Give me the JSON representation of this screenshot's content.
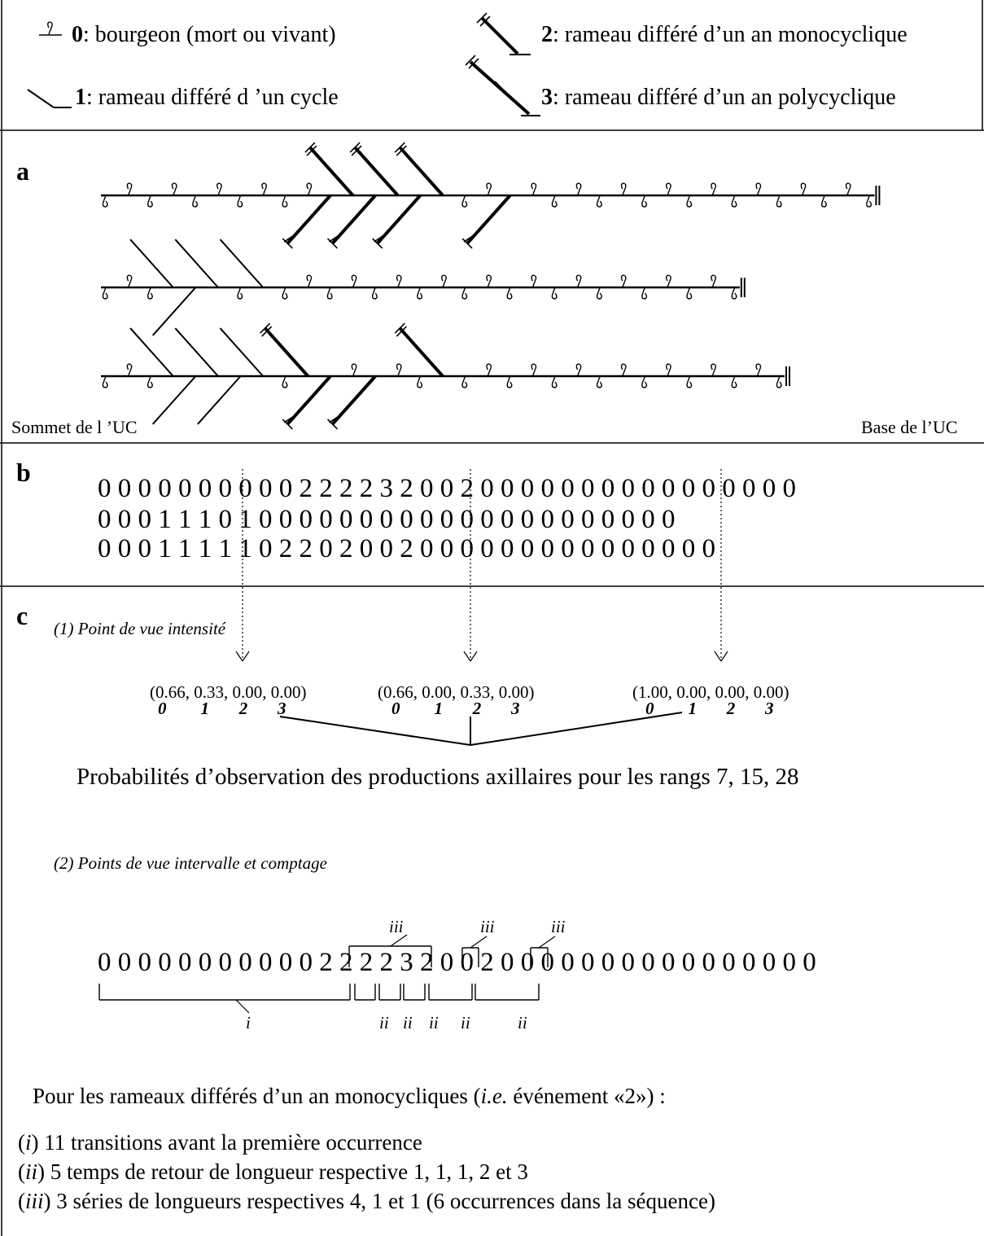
{
  "legend": [
    {
      "code": "0",
      "text": ": bourgeon (mort ou vivant)"
    },
    {
      "code": "1",
      "text": ": rameau différé d ’un cycle"
    },
    {
      "code": "2",
      "text": ": rameau différé d’un an monocyclique"
    },
    {
      "code": "3",
      "text": ": rameau différé d’un an polycyclique"
    }
  ],
  "panels": {
    "a": "a",
    "b": "b",
    "c": "c"
  },
  "axis_labels": {
    "left": "Sommet de l ’UC",
    "right": "Base de l’UC"
  },
  "shoots": [
    {
      "nodes": "0 0 0 0 0 0 0 0 0 0 2 2 2 2 3 2 0 0 2 0 0 0 0 0 0 0 0 0 0 0 0 0 0 0 0"
    },
    {
      "nodes": "0 0 0 1 1 1 0 1 0 0 0 0 0 0 0 0 0 0 0 0 0 0 0 0 0 0 0 0 0"
    },
    {
      "nodes": "0 0 0 1 1 1 1 1 0 2 2 0 2 0 0 2 0 0 0 0 0 0 0 0 0 0 0 0 0 0 0"
    }
  ],
  "sequences": [
    "0 0 0 0 0 0 0 0 0 0 2 2 2 2 3 2 0 0 2 0 0 0 0 0 0 0 0 0 0 0 0 0 0 0 0",
    "0 0 0 1 1 1 0 1 0 0 0 0 0 0 0 0 0 0 0 0 0 0 0 0 0 0 0 0 0",
    "0 0 0 1 1 1 1 1 0 2 2 0 2 0 0 2 0 0 0 0 0 0 0 0 0 0 0 0 0 0 0"
  ],
  "section_c": {
    "title1": "(1) Point de vue intensité",
    "probs": [
      {
        "vec": "(0.66, 0.33, 0.00, 0.00)"
      },
      {
        "vec": "(0.66, 0.00, 0.33, 0.00)"
      },
      {
        "vec": "(1.00, 0.00, 0.00, 0.00)"
      }
    ],
    "states": [
      "0",
      "1",
      "2",
      "3"
    ],
    "caption": "Probabilités d’observation des productions axillaires pour les rangs 7, 15, 28",
    "title2": "(2) Points de vue intervalle et comptage",
    "sequence": "0 0 0 0 0 0 0 0 0 0 0 2 2 2 2 3 2 0 0 2 0 0 0 0 0 0 0 0 0 0 0 0 0 0 0 0",
    "labels": {
      "i": "i",
      "ii": "ii",
      "iii": "iii"
    },
    "intro_pre": "Pour les rameaux différés d’un an monocycliques (",
    "intro_ie": "i.e.",
    "intro_post": " événement «2») :",
    "items": [
      {
        "num": "i",
        "text": " 11 transitions avant la première occurrence"
      },
      {
        "num": "ii",
        "text": " 5 temps de retour de longueur respective 1, 1, 1, 2 et 3"
      },
      {
        "num": "iii",
        "text": " 3 séries de longueurs respectives 4, 1 et 1 (6 occurrences dans la séquence)"
      }
    ]
  }
}
